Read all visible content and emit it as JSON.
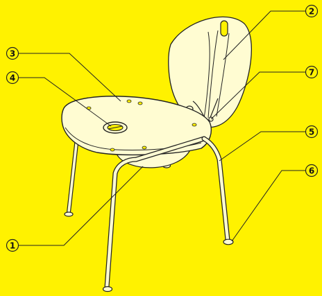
{
  "colors": {
    "background": "#fff200",
    "seat_fill": "#fffcd2",
    "stroke": "#222222"
  },
  "callouts": [
    {
      "number": "1",
      "part": "frame-crossbar"
    },
    {
      "number": "2",
      "part": "backrest"
    },
    {
      "number": "3",
      "part": "seat-shell"
    },
    {
      "number": "4",
      "part": "seat-handle-hole"
    },
    {
      "number": "5",
      "part": "rear-leg"
    },
    {
      "number": "6",
      "part": "leg-glide"
    },
    {
      "number": "7",
      "part": "back-bracket"
    }
  ]
}
